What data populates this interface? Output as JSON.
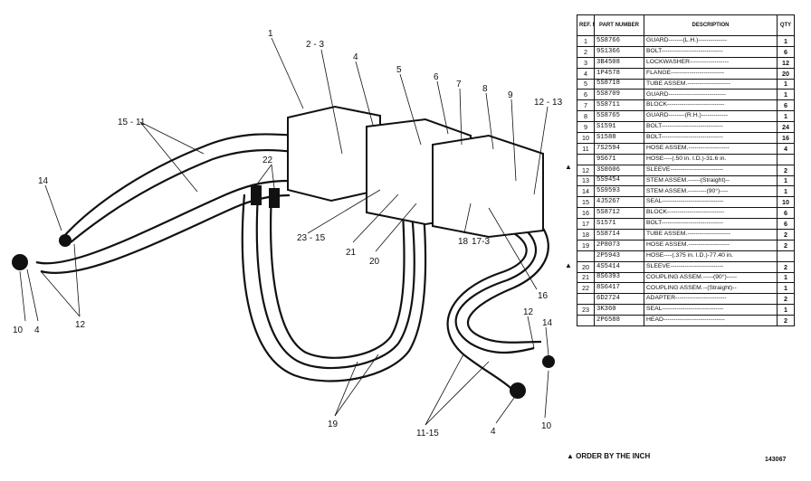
{
  "callouts": {
    "c1": "1",
    "c2_3": "2 - 3",
    "c4_top": "4",
    "c5": "5",
    "c6": "6",
    "c7": "7",
    "c8": "8",
    "c9": "9",
    "c12_13": "12 - 13",
    "c15_11": "15 - 11",
    "c14_left": "14",
    "c22": "22",
    "c23_15": "23 - 15",
    "c21": "21",
    "c20": "20",
    "c18": "18",
    "c17_3": "17-3",
    "c16": "16",
    "c10_left": "10",
    "c4_left": "4",
    "c12_left": "12",
    "c12_right": "12",
    "c14_right": "14",
    "c19": "19",
    "c11_15": "11-15",
    "c4_bottom": "4",
    "c10_right": "10"
  },
  "table": {
    "headers": [
      "REF. NO.",
      "PART NUMBER",
      "DESCRIPTION",
      "QTY"
    ],
    "rows": [
      {
        "ref": "1",
        "part": "5S8766",
        "desc": "GUARD-------(L.H.)--------------",
        "qty": "1"
      },
      {
        "ref": "2",
        "part": "9S1366",
        "desc": "BOLT------------------------------",
        "qty": "6"
      },
      {
        "ref": "3",
        "part": "3B4508",
        "desc": "LOCKWASHER-------------------",
        "qty": "12"
      },
      {
        "ref": "4",
        "part": "1P4578",
        "desc": "FLANGE--------------------------",
        "qty": "20"
      },
      {
        "ref": "5",
        "part": "5S8718",
        "desc": "TUBE ASSEM.---------------------",
        "qty": "1"
      },
      {
        "ref": "6",
        "part": "5S8709",
        "desc": "GUARD----------------------------",
        "qty": "1"
      },
      {
        "ref": "7",
        "part": "5S8711",
        "desc": "BLOCK----------------------------",
        "qty": "6"
      },
      {
        "ref": "8",
        "part": "5S8765",
        "desc": "GUARD--------(R.H.)-------------",
        "qty": "1"
      },
      {
        "ref": "9",
        "part": "S1591",
        "desc": "BOLT------------------------------",
        "qty": "24"
      },
      {
        "ref": "10",
        "part": "S1588",
        "desc": "BOLT------------------------------",
        "qty": "16"
      },
      {
        "ref": "11",
        "part": "7S2594",
        "desc": "HOSE ASSEM.--------------------",
        "qty": "4"
      },
      {
        "ref": "",
        "part": "9S671",
        "desc": "HOSE----(.50 in. I.D.)-31.6 in.",
        "qty": ""
      },
      {
        "ref": "12",
        "part": "3S8606",
        "desc": "SLEEVE--------------------------",
        "qty": "2"
      },
      {
        "ref": "13",
        "part": "5S9454",
        "desc": "STEM ASSEM.------(Straight)--",
        "qty": "1"
      },
      {
        "ref": "14",
        "part": "5S9593",
        "desc": "STEM ASSEM.---------(90°)----",
        "qty": "1"
      },
      {
        "ref": "15",
        "part": "4J5267",
        "desc": "SEAL------------------------------",
        "qty": "10"
      },
      {
        "ref": "16",
        "part": "5S8712",
        "desc": "BLOCK----------------------------",
        "qty": "6"
      },
      {
        "ref": "17",
        "part": "S1571",
        "desc": "BOLT------------------------------",
        "qty": "6"
      },
      {
        "ref": "18",
        "part": "5S8714",
        "desc": "TUBE ASSEM.---------------------",
        "qty": "2"
      },
      {
        "ref": "19",
        "part": "2P8073",
        "desc": "HOSE ASSEM.--------------------",
        "qty": "2"
      },
      {
        "ref": "",
        "part": "2P5943",
        "desc": "HOSE----(.375 in. I.D.)-77.40 in.",
        "qty": ""
      },
      {
        "ref": "20",
        "part": "4S5414",
        "desc": "SLEEVE--------------------------",
        "qty": "2"
      },
      {
        "ref": "21",
        "part": "8S6393",
        "desc": "COUPLING ASSEM.-----(90°)-----",
        "qty": "1"
      },
      {
        "ref": "22",
        "part": "8S6417",
        "desc": "COUPLING ASSEM.--(Straight)--",
        "qty": "1"
      },
      {
        "ref": "",
        "part": "6D2724",
        "desc": "ADAPTER-------------------------",
        "qty": "2"
      },
      {
        "ref": "23",
        "part": "3K360",
        "desc": "SEAL------------------------------",
        "qty": "1"
      },
      {
        "ref": "",
        "part": "2P6588",
        "desc": "HEAD------------------------------",
        "qty": "2"
      }
    ]
  },
  "marks": {
    "order_mark": "▲"
  },
  "footnote": "▲ ORDER BY THE INCH",
  "plate": "143067"
}
